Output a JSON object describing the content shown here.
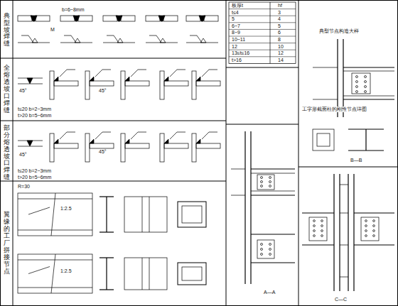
{
  "diagram": {
    "nodes": [
      {
        "text": [
          "典型坡焊缝"
        ]
      },
      {
        "text": [
          "全熔透坡口焊缝"
        ]
      },
      {
        "text": [
          "部分熔透坡口焊缝"
        ]
      },
      {
        "text": [
          "翼缘的工厂拼接节点"
        ]
      }
    ],
    "labels": [
      "典型节点构造大样",
      "工字形截面柱的刚性节点详图",
      "B—B",
      "A—A",
      "C—C",
      "b=6~8mm",
      "M",
      "45°",
      "t≤20 b=2~3mm",
      "t>20 b=5~6mm",
      "45°",
      "t≤20 b=2~3mm",
      "t>20 b=5~6mm",
      "R=30",
      "1:2.5",
      "1:2.5",
      "45°",
      "45°",
      "板厚t",
      "hf",
      "t≤4",
      "3",
      "5",
      "4",
      "6~7",
      "5",
      "8~9",
      "6",
      "10~11",
      "8",
      "12",
      "10",
      "13≤t≤16",
      "12",
      "t>16",
      "14"
    ]
  }
}
